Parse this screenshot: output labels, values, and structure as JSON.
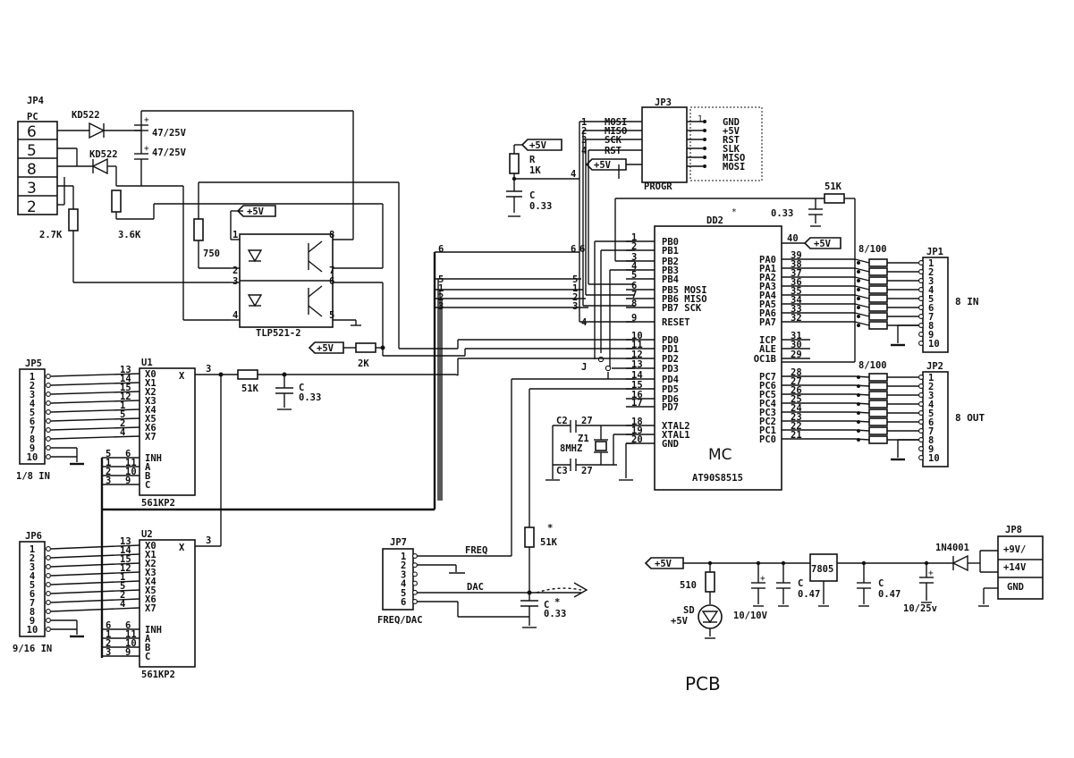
{
  "jp4": {
    "title": "JP4",
    "sub": "PC",
    "pins": [
      "6",
      "5",
      "8",
      "3",
      "2"
    ]
  },
  "jp4_parts": {
    "d1": "KD522",
    "d2": "KD522",
    "c1": "47/25V",
    "c2": "47/25V",
    "r1": "2.7K",
    "r2": "3.6K",
    "r3": "750"
  },
  "opto": {
    "name": "TLP521-2",
    "pins": [
      "1",
      "2",
      "3",
      "4",
      "8",
      "7",
      "6",
      "5"
    ],
    "vcc": "+5V",
    "r_pull": "2K",
    "vcc2": "+5V"
  },
  "jp3": {
    "title": "JP3",
    "name": "PROGR",
    "pins": [
      "1",
      "2",
      "3",
      "4"
    ],
    "signals": [
      "MOSI",
      "MISO",
      "SCK",
      "RST"
    ],
    "pinout_no": "1",
    "pinout": [
      "GND",
      "+5V",
      "RST",
      "SLK",
      "MISO",
      "MOSI"
    ],
    "vcc": "+5V"
  },
  "reset": {
    "vcc": "+5V",
    "r_name": "R",
    "r_val": "1K",
    "c_name": "C",
    "c_val": "0.33",
    "net": "4"
  },
  "mcu": {
    "ref": "DD2",
    "star": "*",
    "name": "MC",
    "part": "AT90S8515",
    "left_nums": [
      "1",
      "2",
      "3",
      "4",
      "5",
      "6",
      "7",
      "8",
      "9",
      "10",
      "11",
      "12",
      "13",
      "14",
      "15",
      "16",
      "17",
      "18",
      "19",
      "20"
    ],
    "left_names": [
      "PB0",
      "PB1",
      "PB2",
      "PB3",
      "PB4",
      "PB5 MOSI",
      "PB6 MISO",
      "PB7 SCK",
      "RESET",
      "PD0",
      "PD1",
      "PD2",
      "PD3",
      "PD4",
      "PD5",
      "PD6",
      "PD7",
      "XTAL2",
      "XTAL1",
      "GND"
    ],
    "right_nums": [
      "40",
      "39",
      "38",
      "37",
      "36",
      "35",
      "34",
      "33",
      "32",
      "31",
      "30",
      "29",
      "28",
      "27",
      "26",
      "25",
      "24",
      "23",
      "22",
      "21"
    ],
    "right_names": [
      "+5V",
      "PA0",
      "PA1",
      "PA2",
      "PA3",
      "PA4",
      "PA5",
      "PA6",
      "PA7",
      "ICP",
      "ALE",
      "OC1B",
      "PC7",
      "PC6",
      "PC5",
      "PC4",
      "PC3",
      "PC2",
      "PC1",
      "PC0"
    ],
    "r_top": "51K",
    "c_top": "0.33",
    "jumper": "J"
  },
  "nets": {
    "n6a": "6",
    "n6b": "6",
    "n6c": "6",
    "n5a": "5",
    "n5b": "5",
    "n1a": "1",
    "n1b": "1",
    "n2a": "2",
    "n2b": "2",
    "n3a": "3",
    "n3b": "3",
    "n4": "4"
  },
  "crystal": {
    "c2": "C2",
    "c2v": "27",
    "c3": "C3",
    "c3v": "27",
    "z": "Z1",
    "f": "8MHZ"
  },
  "jp1": {
    "title": "JP1",
    "label": "8 IN",
    "rpack": "8/100",
    "pins": [
      "1",
      "2",
      "3",
      "4",
      "5",
      "6",
      "7",
      "8",
      "9",
      "10"
    ]
  },
  "jp2": {
    "title": "JP2",
    "label": "8 OUT",
    "rpack": "8/100",
    "pins": [
      "1",
      "2",
      "3",
      "4",
      "5",
      "6",
      "7",
      "8",
      "9",
      "10"
    ]
  },
  "jp5": {
    "title": "JP5",
    "label": "1/8 IN",
    "pins": [
      "1",
      "2",
      "3",
      "4",
      "5",
      "6",
      "7",
      "8",
      "9",
      "10"
    ]
  },
  "jp6": {
    "title": "JP6",
    "label": "9/16 IN",
    "pins": [
      "1",
      "2",
      "3",
      "4",
      "5",
      "6",
      "7",
      "8",
      "9",
      "10"
    ]
  },
  "u1": {
    "ref": "U1",
    "part": "561KP2",
    "in_nums": [
      "13",
      "14",
      "15",
      "12",
      "1",
      "5",
      "2",
      "4"
    ],
    "x": [
      "X0",
      "X1",
      "X2",
      "X3",
      "X4",
      "X5",
      "X6",
      "X7"
    ],
    "x_out": "X",
    "out_pin": "3",
    "ctl_pins": [
      "6",
      "11",
      "10",
      "9"
    ],
    "ctl": [
      "INH",
      "A",
      "B",
      "C"
    ],
    "net_left": [
      "5",
      "1",
      "2",
      "3"
    ]
  },
  "u2": {
    "ref": "U2",
    "part": "561KP2",
    "in_nums": [
      "13",
      "14",
      "15",
      "12",
      "1",
      "5",
      "2",
      "4"
    ],
    "x": [
      "X0",
      "X1",
      "X2",
      "X3",
      "X4",
      "X5",
      "X6",
      "X7"
    ],
    "x_out": "X",
    "out_pin": "3",
    "ctl_pins": [
      "6",
      "11",
      "10",
      "9"
    ],
    "ctl": [
      "INH",
      "A",
      "B",
      "C"
    ],
    "net_left": [
      "6",
      "1",
      "2",
      "3"
    ]
  },
  "mux_rc": {
    "r": "51K",
    "c_name": "C",
    "c_val": "0.33"
  },
  "jp7": {
    "title": "JP7",
    "label": "FREQ/DAC",
    "pins": [
      "1",
      "2",
      "3",
      "4",
      "5",
      "6"
    ],
    "freq": "FREQ",
    "dac": "DAC"
  },
  "dac_rc": {
    "r": "51K",
    "r_star": "*",
    "c_name": "C",
    "c_star": "*",
    "c_val": "0.33"
  },
  "power": {
    "vcc": "+5V",
    "r_led": "510",
    "led": "SD",
    "led_v": "+5V",
    "c1": "10/10V",
    "c2_name": "C",
    "c2": "0.47",
    "reg": "7805",
    "c3_name": "C",
    "c3": "0.47",
    "c4": "10/25v",
    "diode": "1N4001",
    "jp8": "JP8",
    "jp8_pins": [
      "+9V/",
      "+14V",
      "GND"
    ]
  },
  "footer": "PCB"
}
